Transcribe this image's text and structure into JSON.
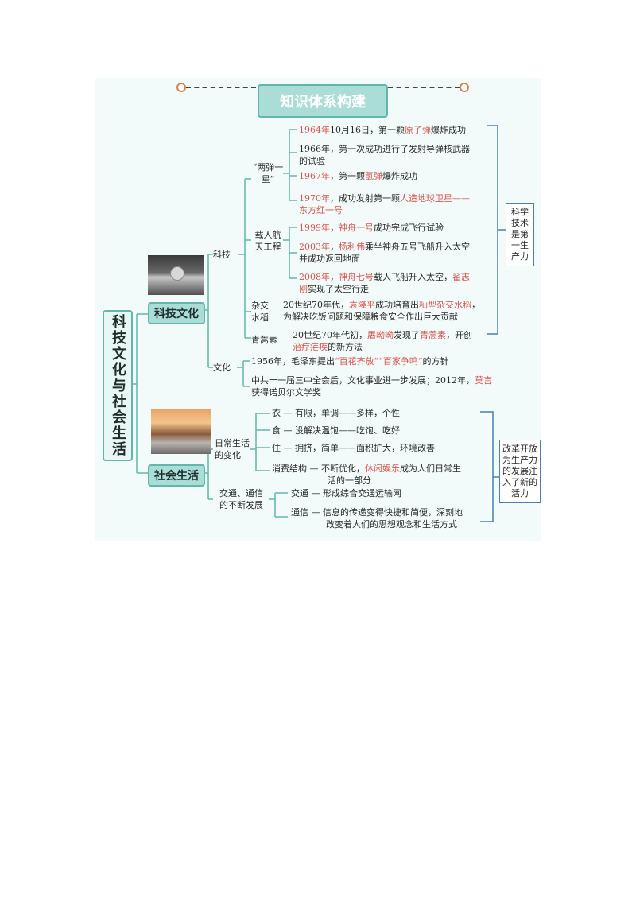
{
  "title": "知识体系构建",
  "root": "科技文化与社会生活",
  "branch_tech": "科技文化",
  "branch_social": "社会生活",
  "tech": {
    "label": "科技",
    "liangdan": {
      "label": "“两弹一星”",
      "items": [
        {
          "year": "1964年",
          "pre": "10月16日，第一颗",
          "red": "原子弹",
          "post": "爆炸成功"
        },
        {
          "line1": "1966年，第一次成功进行了发射导弹核武器",
          "line2": "的试验"
        },
        {
          "year": "1967年",
          "pre": "，第一颗",
          "red": "氢弹",
          "post": "爆炸成功"
        },
        {
          "year": "1970年",
          "pre": "，成功发射第一颗",
          "red": "人造地球卫星——",
          "red2": "东方红一号"
        }
      ]
    },
    "space": {
      "label": "载人航天工程",
      "items": [
        {
          "year": "1999年",
          "pre": "，",
          "red": "神舟一号",
          "post": "成功完成飞行试验"
        },
        {
          "year": "2003年",
          "pre": "，",
          "red": "杨利伟",
          "post": "乘坐神舟五号飞船升入太空",
          "line2": "并成功返回地面"
        },
        {
          "year": "2008年",
          "pre": "，",
          "red": "神舟七号",
          "post": "载人飞船升入太空，",
          "red3": "翟志",
          "red4": "刚",
          "line2": "实现了太空行走"
        }
      ]
    },
    "rice": {
      "label": "杂交水稻",
      "line1_pre": "20世纪70年代，",
      "line1_red": "袁隆平",
      "line1_mid": "成功培育出",
      "line1_red2": "籼型杂交水稻",
      "line1_post": "，",
      "line2": "为解决吃饭问题和保障粮食安全作出巨大贡献"
    },
    "artemisinin": {
      "label": "青蒿素",
      "line1_pre": "20世纪70年代初，",
      "line1_red": "屠呦呦",
      "line1_mid": "发现了",
      "line1_red2": "青蒿素",
      "line1_post": "，开创",
      "line2_red": "治疗疟疾",
      "line2_post": "的新方法"
    },
    "summary": "科学技术是第一生产力"
  },
  "culture": {
    "label": "文化",
    "line1_pre": "1956年，毛泽东提出",
    "line1_red": "“百花齐放”“百家争鸣”",
    "line1_post": "的方针",
    "line2_pre": "中共十一届三中全会后，文化事业进一步发展；2012年，",
    "line2_red": "莫言",
    "line3": "获得诺贝尔文学奖"
  },
  "social": {
    "daily": {
      "label": "日常生活的变化",
      "items": [
        {
          "k": "衣",
          "v": "有限，单调——多样，个性"
        },
        {
          "k": "食",
          "v": "没解决温饱——吃饱、吃好"
        },
        {
          "k": "住",
          "v": "拥挤，简单——面积扩大，环境改善"
        },
        {
          "k": "消费结构",
          "v_pre": "不断优化，",
          "v_red": "休闲娱乐",
          "v_post": "成为人们日常生",
          "v2": "活的一部分"
        }
      ]
    },
    "transport": {
      "label": "交通、通信的不断发展",
      "items": [
        {
          "k": "交通",
          "v": "形成综合交通运输网"
        },
        {
          "k": "通信",
          "v": "信息的传递变得快捷和简便，深刻地",
          "v2": "改变着人们的思想观念和生活方式"
        }
      ]
    },
    "summary": "改革开放为生产力的发展注入了新的活力"
  }
}
